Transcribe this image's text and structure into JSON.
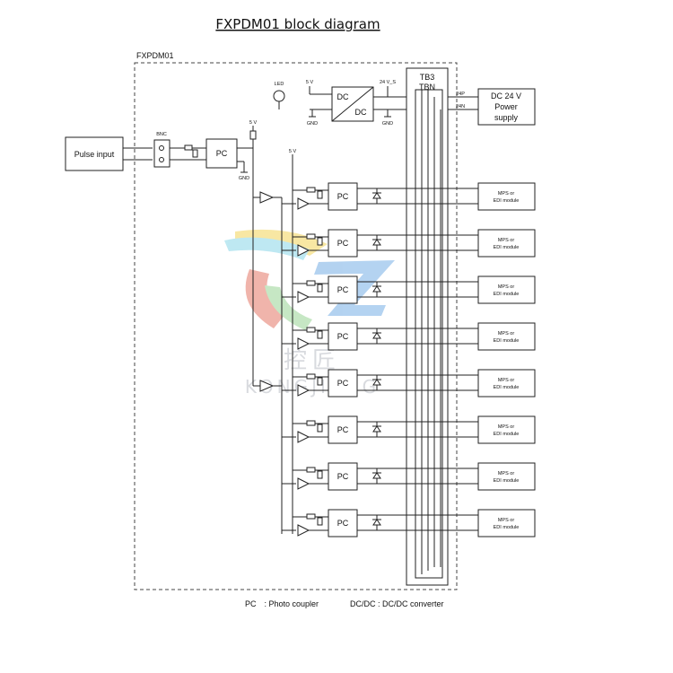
{
  "title": "FXPDM01 block diagram",
  "enclosure_label": "FXPDM01",
  "input": {
    "pulse_input": "Pulse input",
    "bnc": "BNC",
    "pc": "PC",
    "gnd": "GND",
    "supply": "5 V"
  },
  "power": {
    "dcdc_top": "DC",
    "dcdc_bottom": "DC",
    "v5": "5 V",
    "v24s": "24 V_S",
    "gnd": "GND",
    "led": "LED",
    "supply_lines": [
      "DC 24 V",
      "Power",
      "supply"
    ],
    "pin_24p": "24P",
    "pin_24n": "24N"
  },
  "terminal_block": {
    "line1": "TB3",
    "line2": "TBN"
  },
  "channel_supply": "5 V",
  "channels": [
    {
      "pc": "PC",
      "module_line1": "MPS or",
      "module_line2": "EDI module"
    },
    {
      "pc": "PC",
      "module_line1": "MPS or",
      "module_line2": "EDI module"
    },
    {
      "pc": "PC",
      "module_line1": "MPS or",
      "module_line2": "EDI module"
    },
    {
      "pc": "PC",
      "module_line1": "MPS or",
      "module_line2": "EDI module"
    },
    {
      "pc": "PC",
      "module_line1": "MPS or",
      "module_line2": "EDI module"
    },
    {
      "pc": "PC",
      "module_line1": "MPS or",
      "module_line2": "EDI module"
    },
    {
      "pc": "PC",
      "module_line1": "MPS or",
      "module_line2": "EDI module"
    },
    {
      "pc": "PC",
      "module_line1": "MPS or",
      "module_line2": "EDI module"
    }
  ],
  "legend": {
    "pc": "PC　: Photo coupler",
    "dcdc": "DC/DC : DC/DC converter"
  },
  "watermark": {
    "cn": "控匠",
    "en": "KONGJIANG"
  },
  "colors": {
    "line": "#222222",
    "watermark_gray": "#b9bcc4"
  }
}
